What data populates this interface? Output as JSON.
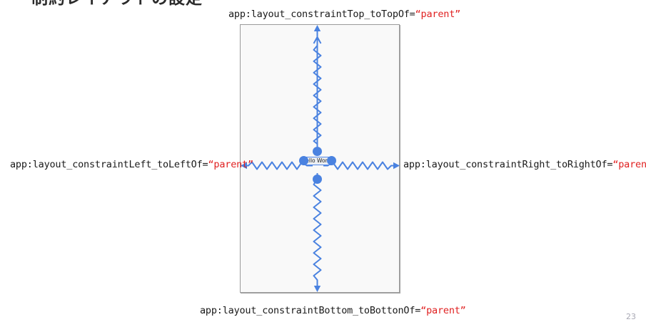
{
  "slide": {
    "clipped_heading": "制約レイアウトの設定",
    "page_number": "23"
  },
  "constraints": {
    "top": {
      "prefix": "app:layout_constraintTop_toTopOf=",
      "value": "“parent”"
    },
    "left": {
      "prefix": "app:layout_constraintLeft_toLeftOf=",
      "value": "“parent”"
    },
    "right": {
      "prefix": "app:layout_constraintRight_toRightOf=",
      "value": "“parent”"
    },
    "bottom": {
      "prefix": "app:layout_constraintBottom_toBottonOf=",
      "value": "“parent”"
    }
  },
  "widget": {
    "label": "ello Worl",
    "full_label": "Hello World!"
  },
  "colors": {
    "constraint_blue": "#4a82e0",
    "value_red": "#e02020",
    "frame_border": "#9a9a9a",
    "frame_fill": "#f9f9f9",
    "page_number": "#a8a8b4"
  }
}
